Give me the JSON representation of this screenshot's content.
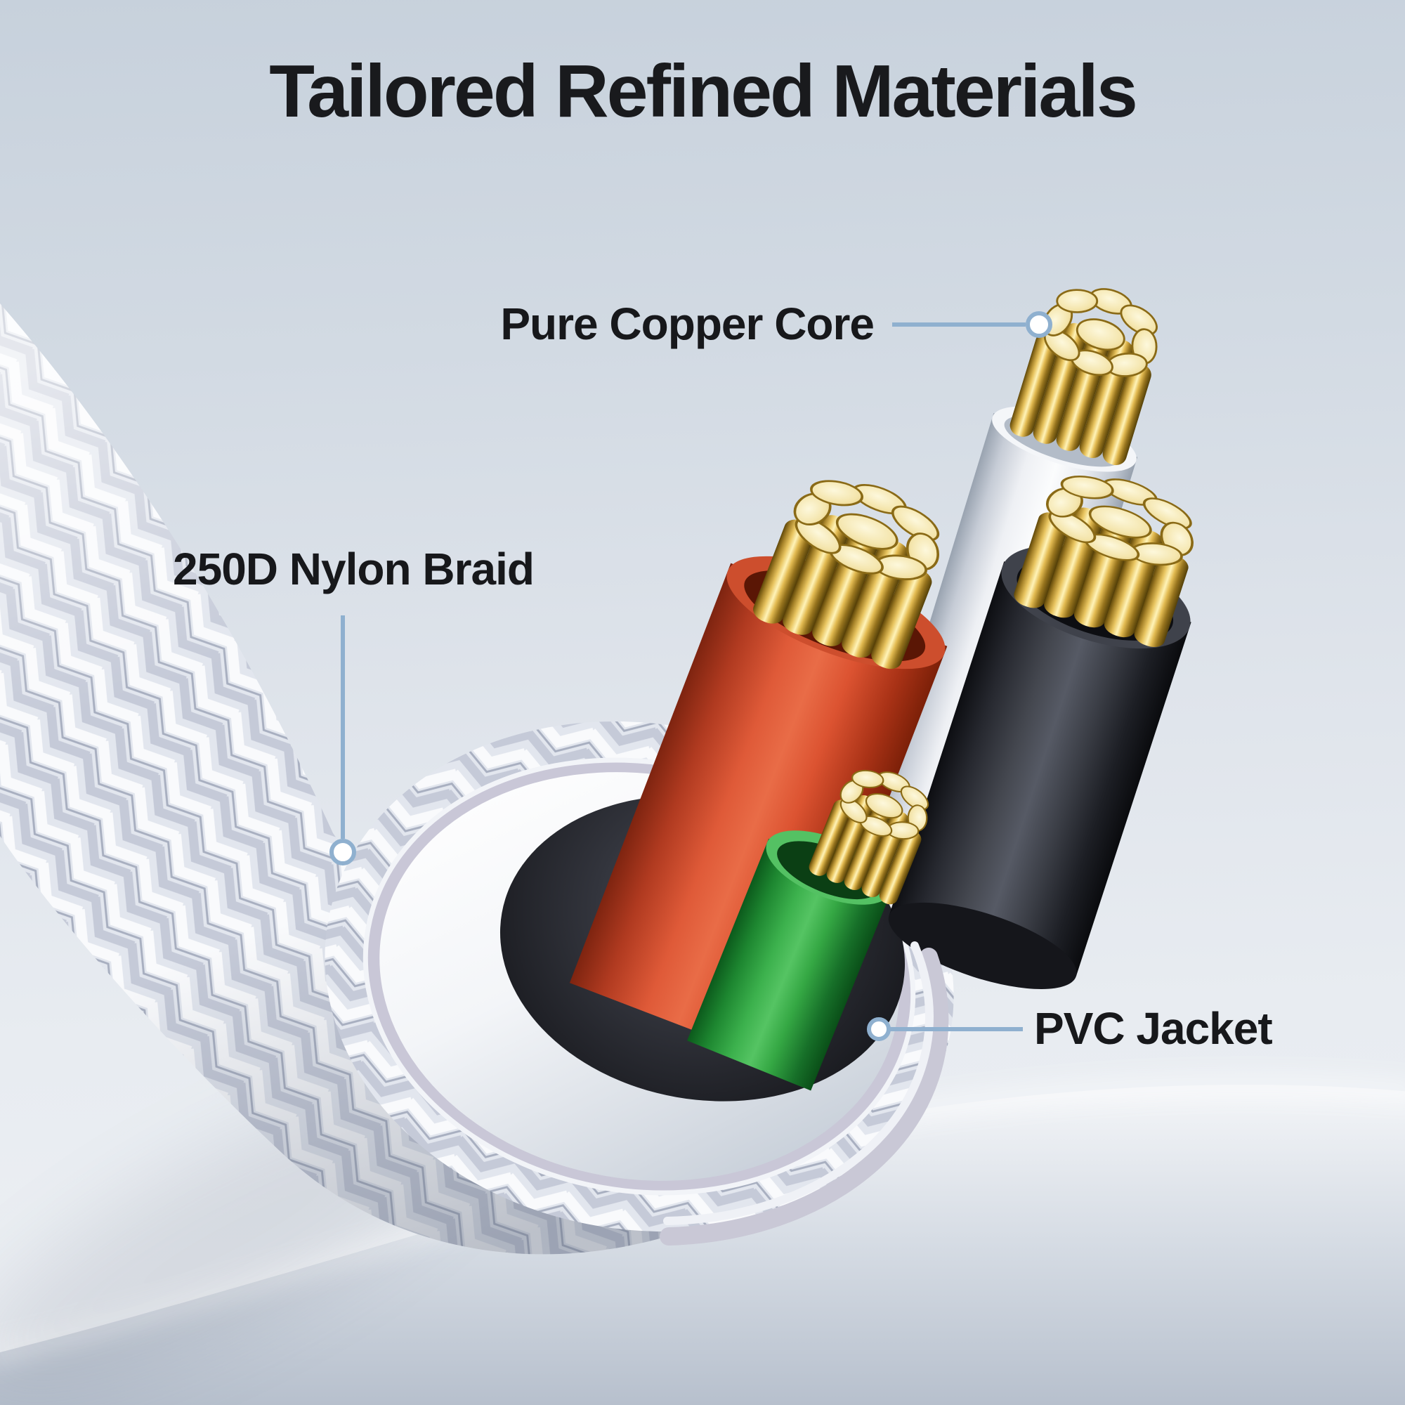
{
  "title": "Tailored Refined Materials",
  "callouts": {
    "copper_core": {
      "label": "Pure Copper Core"
    },
    "nylon_braid": {
      "label": "250D Nylon Braid"
    },
    "pvc_jacket": {
      "label": "PVC Jacket"
    }
  },
  "colors": {
    "background_top": "#c7d1dc",
    "background_bottom": "#edf0f4",
    "title_text": "#191a1d",
    "label_text": "#17181b",
    "callout_line": "#8fb0cf",
    "callout_dot_fill": "#ffffff",
    "wire_red": "#d8532f",
    "wire_green": "#35a847",
    "wire_black": "#2e3038",
    "wire_white": "#f3f5f8",
    "copper_gold": "#e8c45f",
    "braid_silver": "#e4e8ef",
    "jacket_white": "#f2f4f7",
    "braid_cut_lining": "#c9c7d7"
  }
}
